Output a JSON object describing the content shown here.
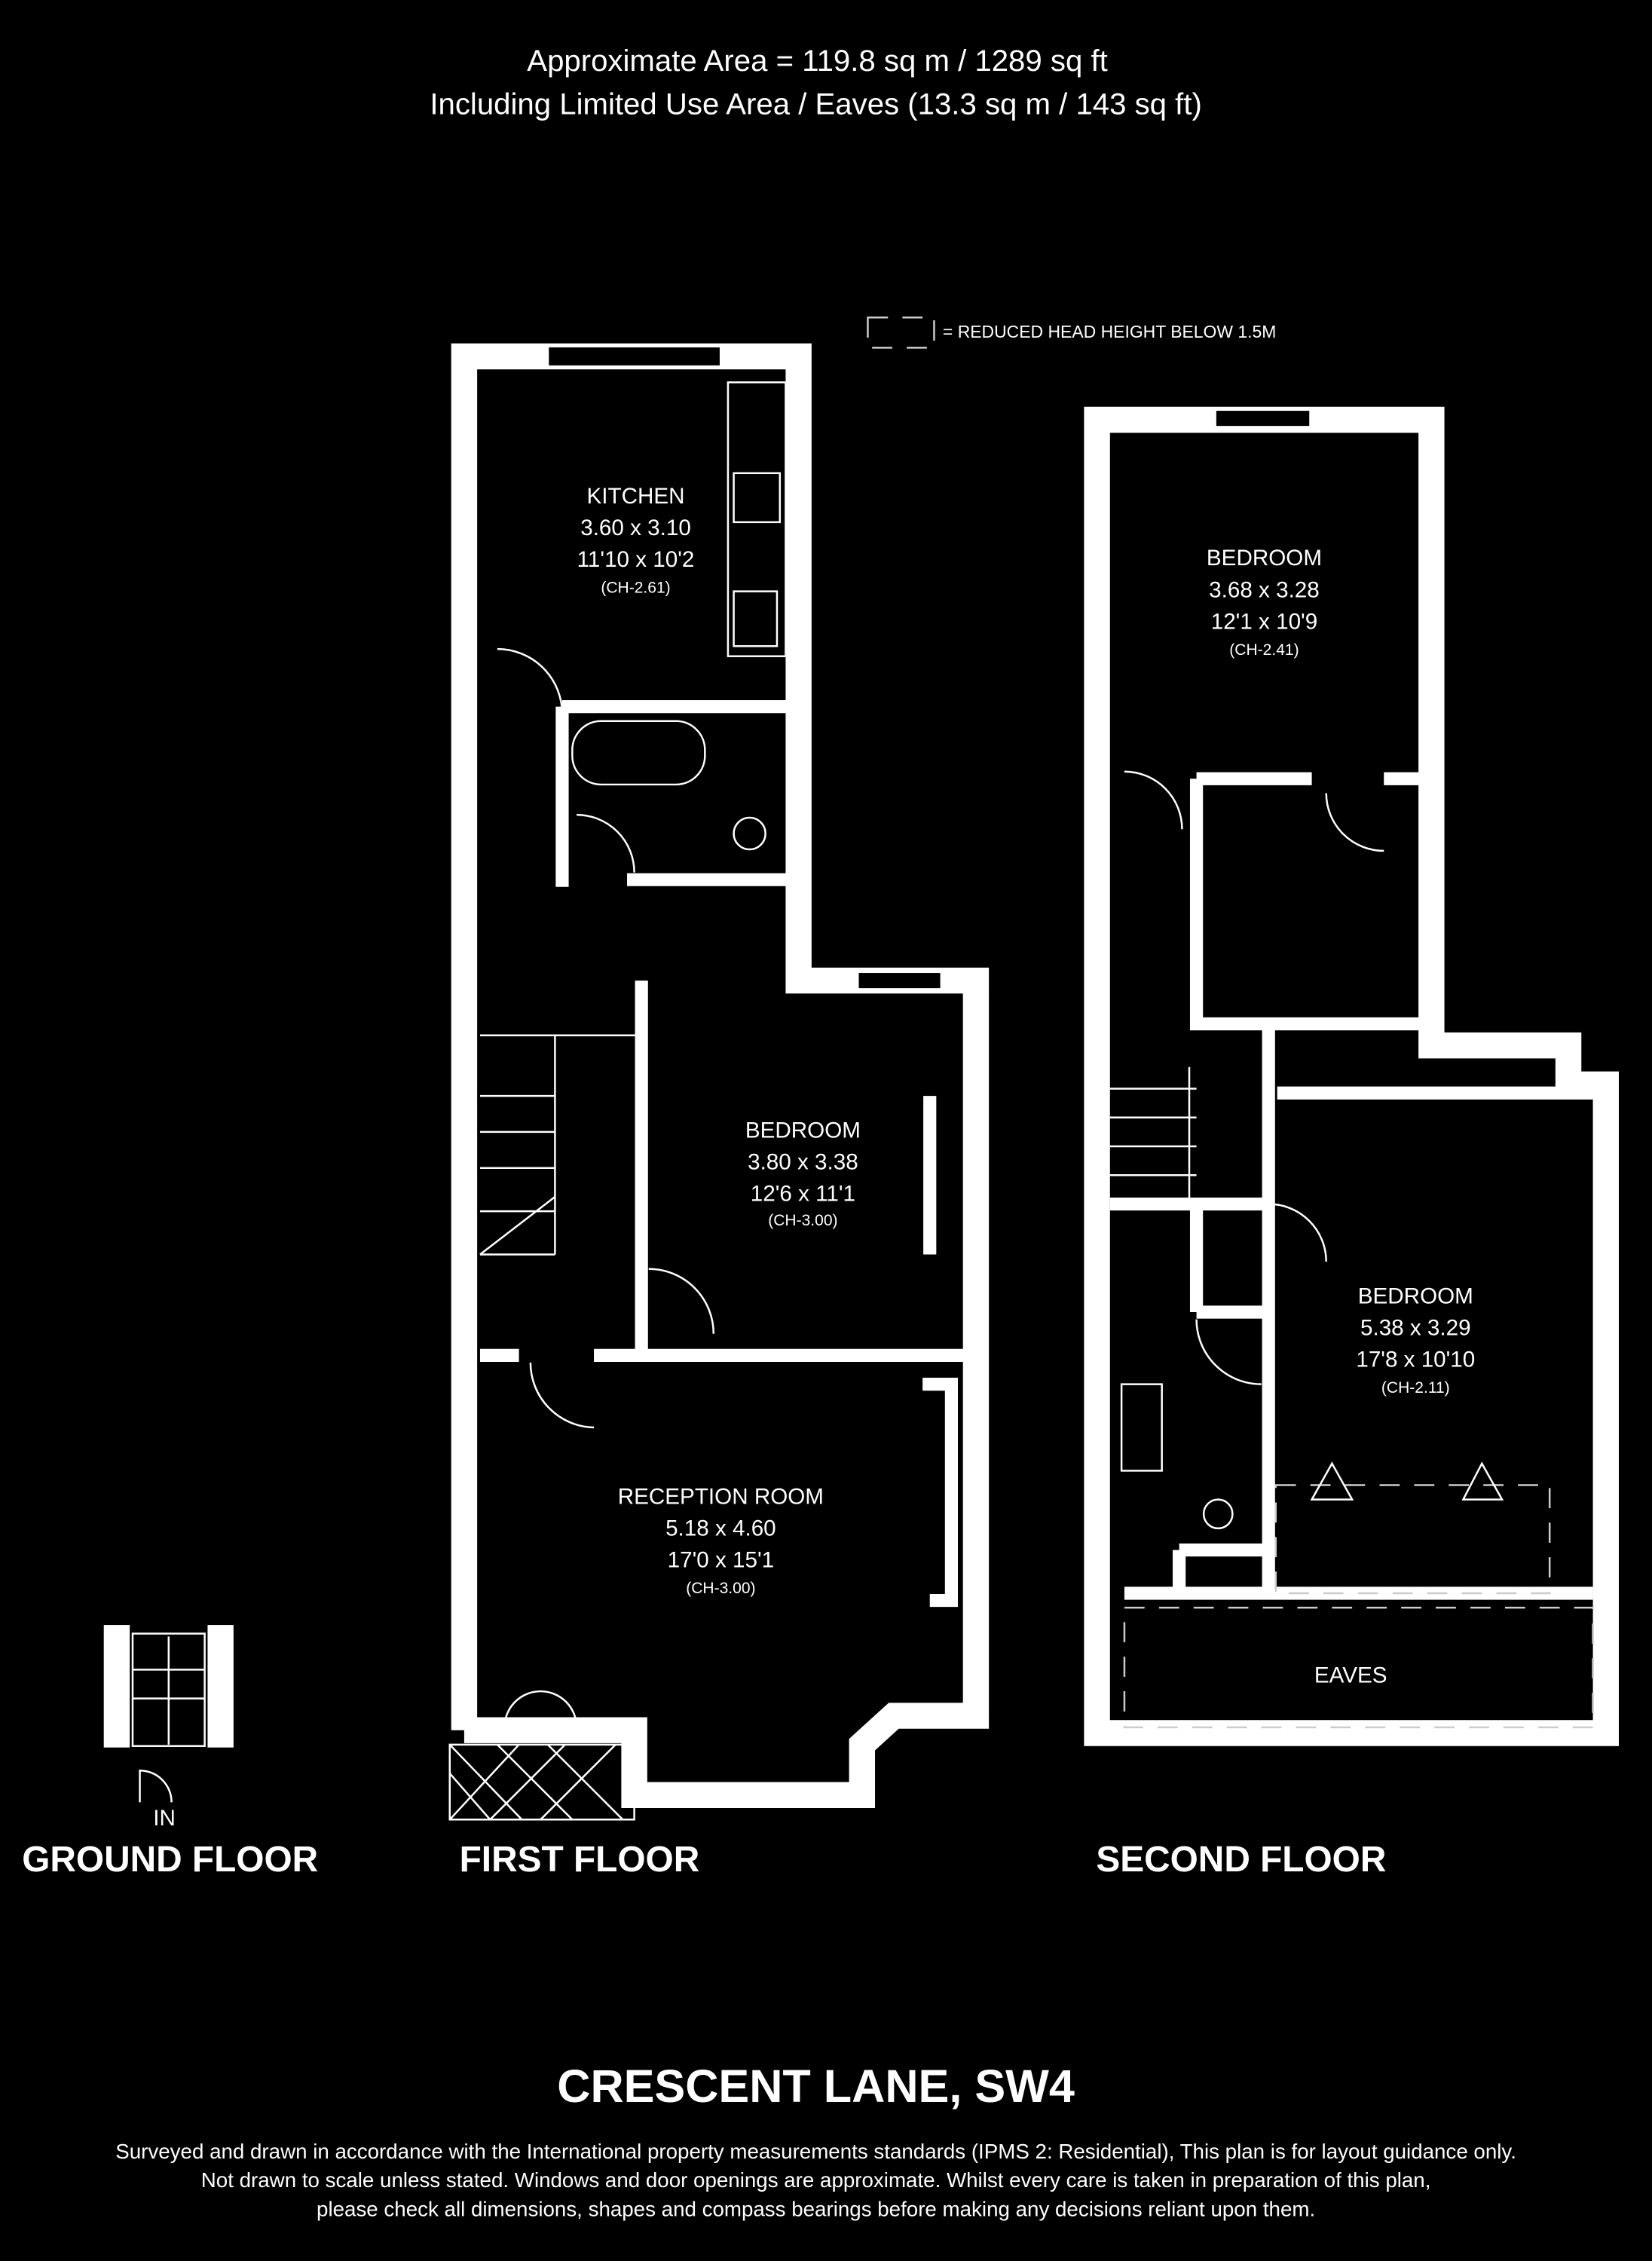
{
  "header": {
    "area_line": "Approximate Area = 119.8 sq m / 1289 sq ft",
    "limited_line": "Including Limited Use Area / Eaves (13.3 sq m / 143 sq ft)"
  },
  "key": {
    "label": "= REDUCED HEAD HEIGHT BELOW 1.5M"
  },
  "floors": {
    "ground": {
      "label": "GROUND FLOOR",
      "entrance": "IN"
    },
    "first": {
      "label": "FIRST FLOOR",
      "rooms": [
        {
          "name": "KITCHEN",
          "metric": "3.60 x 3.10",
          "imperial": "11'10 x 10'2",
          "ch": "(CH-2.61)"
        },
        {
          "name": "BEDROOM",
          "metric": "3.80 x 3.38",
          "imperial": "12'6 x 11'1",
          "ch": "(CH-3.00)"
        },
        {
          "name": "RECEPTION ROOM",
          "metric": "5.18 x 4.60",
          "imperial": "17'0 x 15'1",
          "ch": "(CH-3.00)"
        }
      ]
    },
    "second": {
      "label": "SECOND FLOOR",
      "rooms": [
        {
          "name": "BEDROOM",
          "metric": "3.68 x 3.28",
          "imperial": "12'1 x 10'9",
          "ch": "(CH-2.41)"
        },
        {
          "name": "BEDROOM",
          "metric": "5.38 x 3.29",
          "imperial": "17'8 x 10'10",
          "ch": "(CH-2.11)"
        },
        {
          "name": "EAVES"
        }
      ]
    }
  },
  "footer": {
    "title": "CRESCENT LANE, SW4",
    "disclaimer": [
      "Surveyed and drawn in accordance with the International property measurements standards (IPMS 2: Residential), This plan is for layout guidance only.",
      "Not drawn to scale unless stated. Windows and door openings are approximate. Whilst every care is taken in preparation of this plan,",
      "please check all dimensions, shapes and compass bearings before making any decisions reliant upon them."
    ]
  }
}
